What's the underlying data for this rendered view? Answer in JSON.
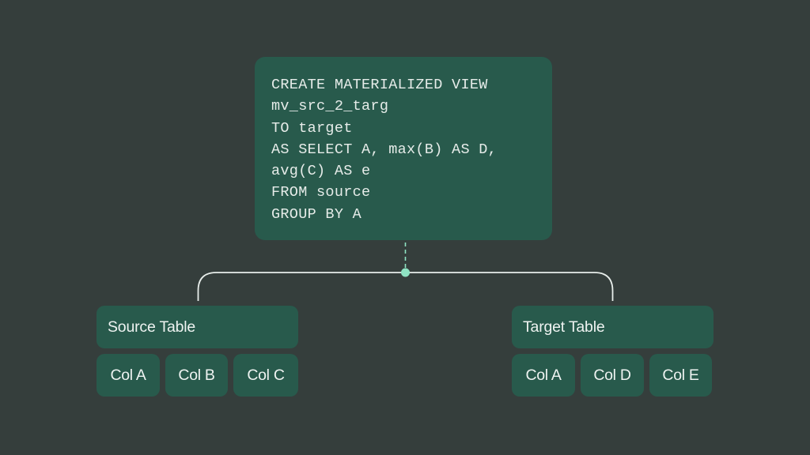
{
  "sql": {
    "lines": [
      "CREATE MATERIALIZED VIEW",
      "mv_src_2_targ",
      "TO target",
      "AS SELECT A, max(B) AS D,",
      "avg(C) AS e",
      "FROM source",
      "GROUP BY A"
    ]
  },
  "source_table": {
    "title": "Source Table",
    "columns": [
      "Col A",
      "Col B",
      "Col C"
    ]
  },
  "target_table": {
    "title": "Target Table",
    "columns": [
      "Col A",
      "Col D",
      "Col E"
    ]
  },
  "colors": {
    "background": "#353e3c",
    "box": "#285a4c",
    "text": "#e6ece9",
    "connector": "#e8eeeb",
    "accent": "#8fe3c3"
  }
}
